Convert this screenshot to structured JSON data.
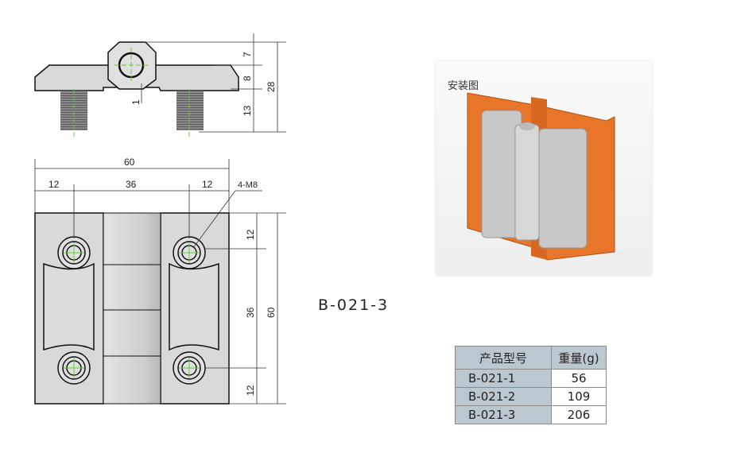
{
  "drawing": {
    "side_dims": [
      "7",
      "8",
      "28",
      "13",
      "1"
    ],
    "front_dims": {
      "overall_width": "60",
      "left": "12",
      "middle": "36",
      "right": "12",
      "thread": "4-M8",
      "v_top": "12",
      "v_mid": "36",
      "v_bottom": "12",
      "overall_height": "60"
    }
  },
  "photo": {
    "label": "安装图",
    "colors": {
      "plate": "#e8762a",
      "hinge": "#c8c8c8"
    }
  },
  "model_name": "B-021-3",
  "table": {
    "headers": [
      "产品型号",
      "重量(g)"
    ],
    "rows": [
      [
        "B-021-1",
        "56"
      ],
      [
        "B-021-2",
        "109"
      ],
      [
        "B-021-3",
        "206"
      ]
    ]
  }
}
